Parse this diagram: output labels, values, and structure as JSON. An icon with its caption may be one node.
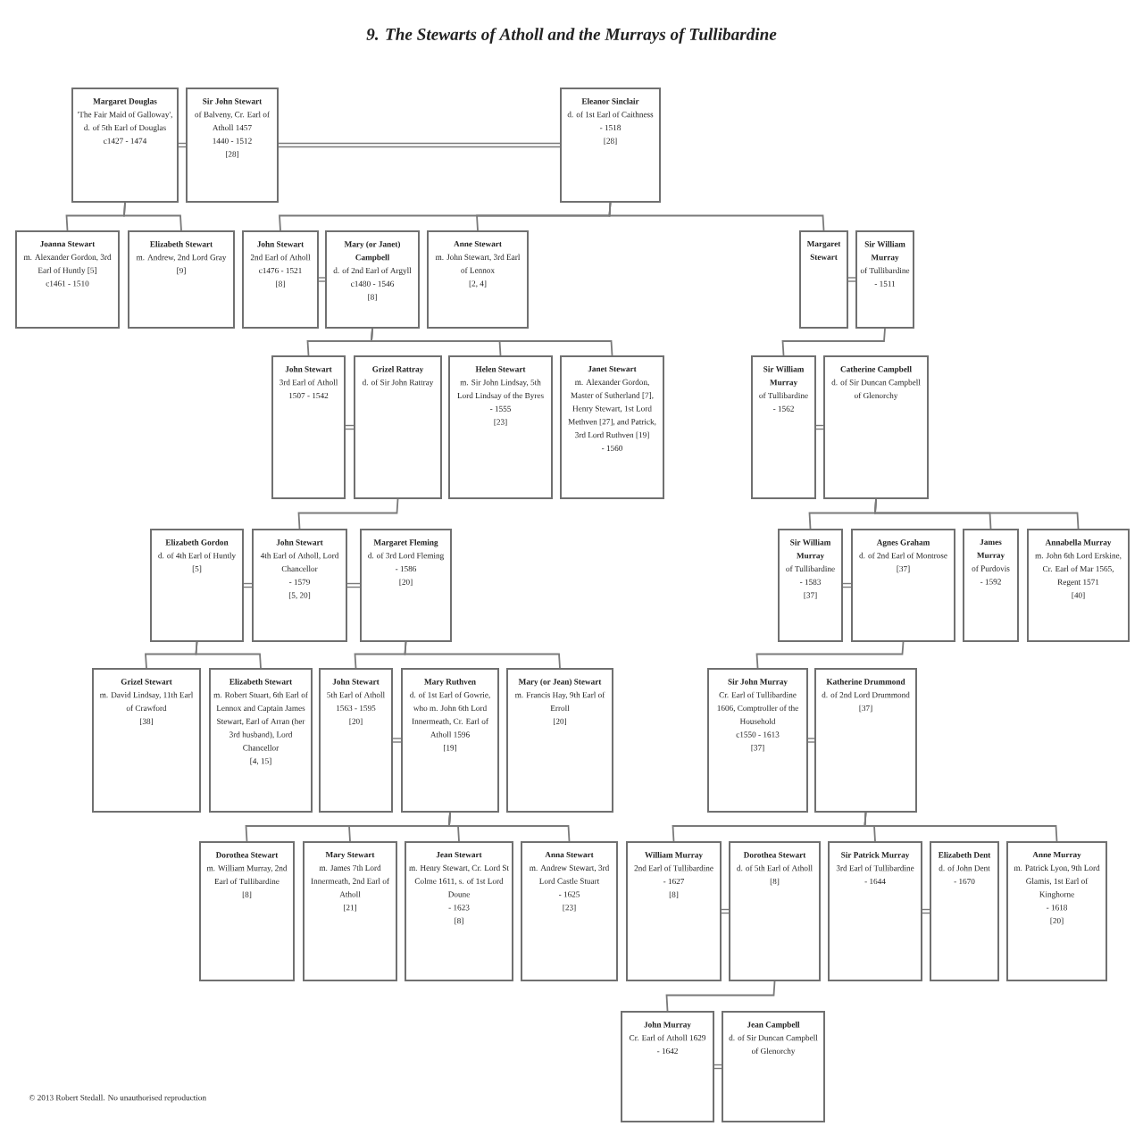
{
  "diagram": {
    "title": "9.  The Stewarts of Atholl and the Murrays of Tullibardine",
    "nodes": [
      {
        "text": [
          "Margaret Douglas",
          "'The Fair Maid of Galloway', d. of 5th Earl of Douglas",
          "c1427 - 1474"
        ]
      },
      {
        "text": [
          "Sir John Stewart",
          "of Balveny, Cr. Earl of Atholl 1457",
          "1440 - 1512",
          "[28]"
        ]
      },
      {
        "text": [
          "Eleanor Sinclair",
          "d. of 1st Earl of Caithness",
          "- 1518",
          "[28]"
        ]
      },
      {
        "text": [
          "Joanna Stewart",
          "m. Alexander Gordon, 3rd Earl of Huntly [5]",
          "c1461 - 1510"
        ]
      },
      {
        "text": [
          "Elizabeth Stewart",
          "m. Andrew, 2nd Lord Gray",
          "[9]"
        ]
      },
      {
        "text": [
          "John Stewart",
          "2nd Earl of Atholl",
          "c1476 - 1521",
          "[8]"
        ]
      },
      {
        "text": [
          "Mary (or Janet) Campbell",
          "d. of 2nd Earl of Argyll",
          "c1480 - 1546",
          "[8]"
        ]
      },
      {
        "text": [
          "Anne Stewart",
          "m. John Stewart, 3rd Earl of Lennox",
          "[2, 4]"
        ]
      },
      {
        "text": [
          "Margaret Stewart"
        ]
      },
      {
        "text": [
          "Sir William Murray",
          "of Tullibardine",
          "- 1511"
        ]
      },
      {
        "text": [
          "John Stewart",
          "3rd Earl of Atholl",
          "1507 - 1542"
        ]
      },
      {
        "text": [
          "Grizel Rattray",
          "d. of Sir John Rattray"
        ]
      },
      {
        "text": [
          "Helen Stewart",
          "m. Sir John Lindsay, 5th Lord Lindsay of the Byres",
          "- 1555",
          "[23]"
        ]
      },
      {
        "text": [
          "Janet Stewart",
          "m. Alexander Gordon, Master of Sutherland [7], Henry Stewart, 1st Lord Methven [27], and Patrick, 3rd Lord Ruthven [19]",
          "- 1560"
        ]
      },
      {
        "text": [
          "Sir William Murray",
          "of Tullibardine",
          "- 1562"
        ]
      },
      {
        "text": [
          "Catherine Campbell",
          "d. of Sir Duncan Campbell of Glenorchy"
        ]
      },
      {
        "text": [
          "Elizabeth Gordon",
          "d. of 4th Earl of Huntly",
          "[5]"
        ]
      },
      {
        "text": [
          "John Stewart",
          "4th Earl of Atholl, Lord Chancellor",
          "- 1579",
          "[5, 20]"
        ]
      },
      {
        "text": [
          "Margaret Fleming",
          "d. of 3rd Lord Fleming",
          "- 1586",
          "[20]"
        ]
      },
      {
        "text": [
          "Sir William Murray",
          "of Tullibardine",
          "- 1583",
          "[37]"
        ]
      },
      {
        "text": [
          "Agnes Graham",
          "d. of 2nd Earl of Montrose",
          "[37]"
        ]
      },
      {
        "text": [
          "James Murray",
          "of Purdovis",
          "- 1592"
        ]
      },
      {
        "text": [
          "Annabella Murray",
          "m. John 6th Lord Erskine, Cr. Earl of Mar 1565, Regent 1571",
          "[40]"
        ]
      },
      {
        "text": [
          "Grizel Stewart",
          "m. David Lindsay, 11th Earl of Crawford",
          "[38]"
        ]
      },
      {
        "text": [
          "Elizabeth Stewart",
          "m. Robert Stuart, 6th Earl of Lennox and Captain James Stewart, Earl of Arran (her 3rd husband), Lord Chancellor",
          "[4, 15]"
        ]
      },
      {
        "text": [
          "John Stewart",
          "5th Earl of Atholl",
          "1563 - 1595",
          "[20]"
        ]
      },
      {
        "text": [
          "Mary Ruthven",
          "d. of 1st Earl of Gowrie, who m. John 6th Lord Innermeath, Cr. Earl of Atholl 1596",
          "[19]"
        ]
      },
      {
        "text": [
          "Mary (or Jean) Stewart",
          "m. Francis Hay, 9th Earl of Erroll",
          "[20]"
        ]
      },
      {
        "text": [
          "Sir John Murray",
          "Cr. Earl of Tullibardine 1606, Comptroller of the Household",
          "c1550 - 1613",
          "[37]"
        ]
      },
      {
        "text": [
          "Katherine Drummond",
          "d. of 2nd Lord Drummond",
          "[37]"
        ]
      },
      {
        "text": [
          "Dorothea Stewart",
          "m. William Murray, 2nd Earl of Tullibardine",
          "[8]"
        ]
      },
      {
        "text": [
          "Mary Stewart",
          "m. James 7th Lord Innermeath, 2nd Earl of Atholl",
          "[21]"
        ]
      },
      {
        "text": [
          "Jean Stewart",
          "m. Henry Stewart, Cr. Lord St Colme 1611, s. of 1st Lord Doune",
          "- 1623",
          "[8]"
        ]
      },
      {
        "text": [
          "Anna Stewart",
          "m. Andrew Stewart, 3rd Lord Castle Stuart",
          "- 1625",
          "[23]"
        ]
      },
      {
        "text": [
          "William Murray",
          "2nd Earl of Tullibardine",
          "- 1627",
          "[8]"
        ]
      },
      {
        "text": [
          "Dorothea Stewart",
          "d. of 5th Earl of Atholl",
          "[8]"
        ]
      },
      {
        "text": [
          "Sir Patrick Murray",
          "3rd Earl of Tullibardine",
          "- 1644"
        ]
      },
      {
        "text": [
          "Elizabeth Dent",
          "d. of John Dent",
          "- 1670"
        ]
      },
      {
        "text": [
          "Anne Murray",
          "m. Patrick Lyon, 9th Lord Glamis, 1st Earl of Kinghorne",
          "- 1618",
          "[20]"
        ]
      },
      {
        "text": [
          "John Murray",
          "Cr. Earl of Atholl 1629",
          "- 1642"
        ]
      },
      {
        "text": [
          "Jean Campbell",
          "d. of Sir Duncan Campbell of Glenorchy"
        ]
      }
    ],
    "edges": [
      {
        "from": 0,
        "to": 1,
        "arrow": "none",
        "style": "thick"
      },
      {
        "from": 1,
        "to": 2,
        "arrow": "none",
        "style": "thick"
      },
      {
        "from": 5,
        "to": 6,
        "arrow": "none",
        "style": "thick"
      },
      {
        "from": 8,
        "to": 9,
        "arrow": "none",
        "style": "thick"
      },
      {
        "from": 10,
        "to": 11,
        "arrow": "none",
        "style": "thick"
      },
      {
        "from": 14,
        "to": 15,
        "arrow": "none",
        "style": "thick"
      },
      {
        "from": 16,
        "to": 17,
        "arrow": "none",
        "style": "thick"
      },
      {
        "from": 17,
        "to": 18,
        "arrow": "none",
        "style": "thick"
      },
      {
        "from": 19,
        "to": 20,
        "arrow": "none",
        "style": "thick"
      },
      {
        "from": 25,
        "to": 26,
        "arrow": "none",
        "style": "thick"
      },
      {
        "from": 28,
        "to": 29,
        "arrow": "none",
        "style": "thick"
      },
      {
        "from": 34,
        "to": 35,
        "arrow": "none",
        "style": "thick"
      },
      {
        "from": 36,
        "to": 37,
        "arrow": "none",
        "style": "thick"
      },
      {
        "from": 39,
        "to": 40,
        "arrow": "none",
        "style": "thick"
      },
      {
        "from": 0,
        "to": 3,
        "arrow": "none"
      },
      {
        "from": 0,
        "to": 4,
        "arrow": "none"
      },
      {
        "from": 2,
        "to": 5,
        "arrow": "none"
      },
      {
        "from": 2,
        "to": 7,
        "arrow": "none"
      },
      {
        "from": 2,
        "to": 8,
        "arrow": "none"
      },
      {
        "from": 6,
        "to": 10,
        "arrow": "none"
      },
      {
        "from": 6,
        "to": 12,
        "arrow": "none"
      },
      {
        "from": 6,
        "to": 13,
        "arrow": "none"
      },
      {
        "from": 9,
        "to": 14,
        "arrow": "none"
      },
      {
        "from": 11,
        "to": 17,
        "arrow": "none"
      },
      {
        "from": 15,
        "to": 19,
        "arrow": "none"
      },
      {
        "from": 15,
        "to": 21,
        "arrow": "none"
      },
      {
        "from": 15,
        "to": 22,
        "arrow": "none"
      },
      {
        "from": 16,
        "to": 23,
        "arrow": "none"
      },
      {
        "from": 16,
        "to": 24,
        "arrow": "none"
      },
      {
        "from": 18,
        "to": 25,
        "arrow": "none"
      },
      {
        "from": 18,
        "to": 27,
        "arrow": "none"
      },
      {
        "from": 26,
        "to": 30,
        "arrow": "none"
      },
      {
        "from": 26,
        "to": 31,
        "arrow": "none"
      },
      {
        "from": 26,
        "to": 32,
        "arrow": "none"
      },
      {
        "from": 26,
        "to": 33,
        "arrow": "none"
      },
      {
        "from": 20,
        "to": 28,
        "arrow": "none"
      },
      {
        "from": 29,
        "to": 34,
        "arrow": "none"
      },
      {
        "from": 29,
        "to": 36,
        "arrow": "none"
      },
      {
        "from": 29,
        "to": 38,
        "arrow": "none"
      },
      {
        "from": 35,
        "to": 39,
        "arrow": "none"
      }
    ],
    "labels": [
      "© 2013 Robert Stedall. No unauthorised reproduction"
    ]
  }
}
